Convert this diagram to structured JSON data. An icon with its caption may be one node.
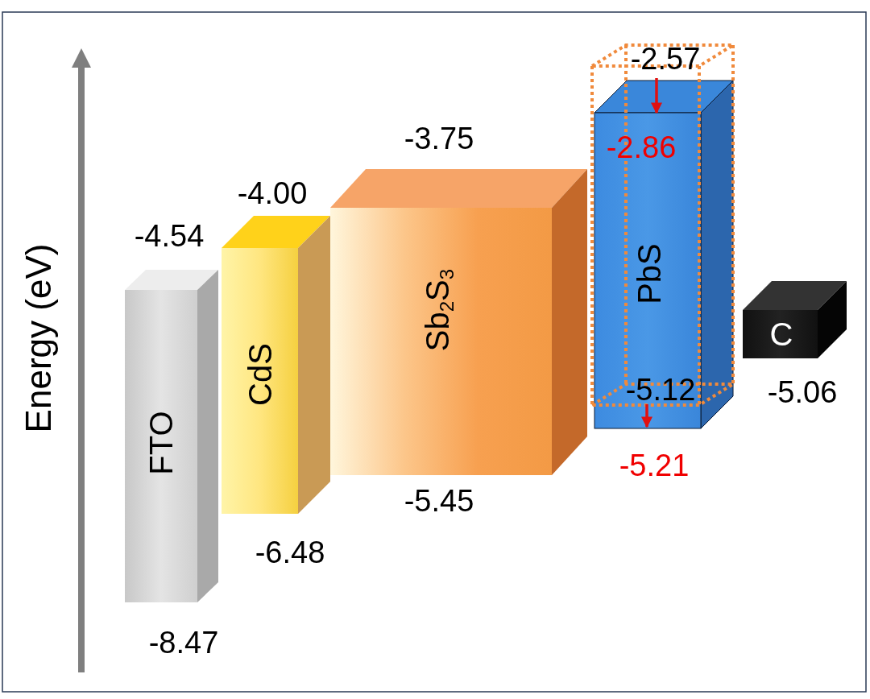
{
  "diagram": {
    "nodes": [
      {
        "text": [
          "FTO"
        ],
        "beside": [
          "-4.54",
          "-8.47"
        ]
      },
      {
        "text": [
          "CdS"
        ],
        "beside": [
          "-4.00",
          "-6.48"
        ]
      },
      {
        "text": [
          "Sb$_{2}$S$_{3}$"
        ],
        "beside": [
          "-3.75",
          "-5.45"
        ]
      },
      {
        "text": [
          "PbS",
          "-2.86",
          "-5.12"
        ],
        "beside": [
          "-2.57",
          "-5.21"
        ]
      },
      {
        "text": [
          "C"
        ],
        "beside": [
          "-5.06"
        ]
      }
    ],
    "labels": [
      "Energy (eV)"
    ]
  }
}
